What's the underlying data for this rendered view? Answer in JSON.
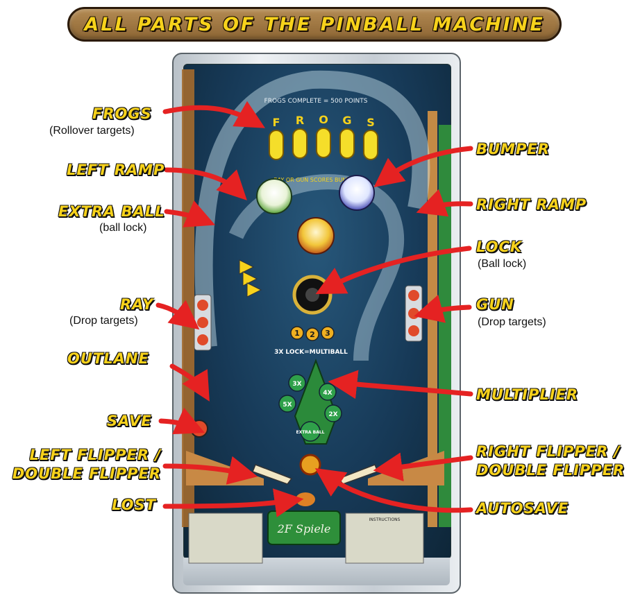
{
  "title": "ALL PARTS OF THE PINBALL MACHINE",
  "colors": {
    "label": "#f7d21b",
    "arrow": "#e52222",
    "banner": "#a57a45",
    "playfield": "#173a58"
  },
  "playfield_text": {
    "frogs_header": "FROGS COMPLETE = 500 POINTS",
    "frogs_letters": [
      "F",
      "R",
      "O",
      "G",
      "S"
    ],
    "ray_gun": "RAY OR GUN SCORES BUMPER",
    "lock_multiball": "3X LOCK=MULTIBALL",
    "lock_numbers": [
      "1",
      "2",
      "3"
    ],
    "multiplier_values": [
      "3X",
      "4X",
      "5X",
      "2X"
    ],
    "extra_ball": "EXTRA BALL",
    "logo": "2F Spiele",
    "instructions": "INSTRUCTIONS"
  },
  "labels": {
    "frogs": {
      "title": "FROGS",
      "sub": "(Rollover targets)"
    },
    "left_ramp": {
      "title": "LEFT RAMP"
    },
    "extra_ball": {
      "title": "EXTRA BALL",
      "sub": "(ball lock)"
    },
    "ray": {
      "title": "RAY",
      "sub": "(Drop targets)"
    },
    "outlane": {
      "title": "OUTLANE"
    },
    "save": {
      "title": "SAVE"
    },
    "left_flipper": {
      "line1": "LEFT FLIPPER /",
      "line2": "DOUBLE FLIPPER"
    },
    "lost": {
      "title": "LOST"
    },
    "bumper": {
      "title": "BUMPER"
    },
    "right_ramp": {
      "title": "RIGHT RAMP"
    },
    "lock": {
      "title": "LOCK",
      "sub": "(Ball lock)"
    },
    "gun": {
      "title": "GUN",
      "sub": "(Drop targets)"
    },
    "multiplier": {
      "title": "MULTIPLIER"
    },
    "right_flipper": {
      "line1": "RIGHT FLIPPER /",
      "line2": "DOUBLE FLIPPER"
    },
    "autosave": {
      "title": "AUTOSAVE"
    }
  }
}
